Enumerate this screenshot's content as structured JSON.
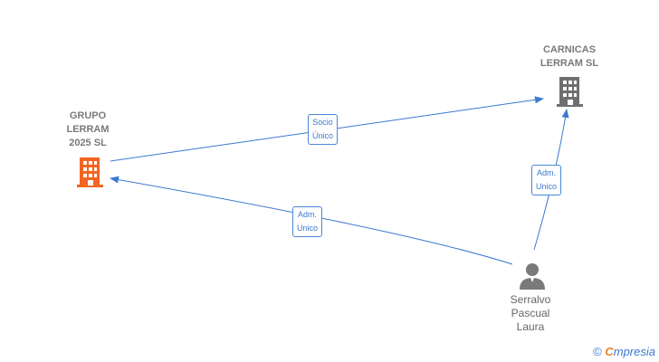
{
  "nodes": {
    "grupo": {
      "label_lines": [
        "GRUPO",
        "LERRAM",
        "2025  SL"
      ],
      "color": "#f26522"
    },
    "carnicas": {
      "label_lines": [
        "CARNICAS",
        "LERRAM  SL"
      ],
      "color": "#7a7a7a"
    },
    "person": {
      "label_lines": [
        "Serralvo",
        "Pascual",
        "Laura"
      ],
      "color": "#7a7a7a"
    }
  },
  "edges": {
    "socio": {
      "lines": [
        "Socio",
        "Único"
      ]
    },
    "adm_grupo": {
      "lines": [
        "Adm.",
        "Unico"
      ]
    },
    "adm_carnicas": {
      "lines": [
        "Adm.",
        "Unico"
      ]
    }
  },
  "edge_color": "#3b78d0",
  "footer": {
    "copyright": "©",
    "brand_first": "C",
    "brand_rest": "mpresia"
  }
}
